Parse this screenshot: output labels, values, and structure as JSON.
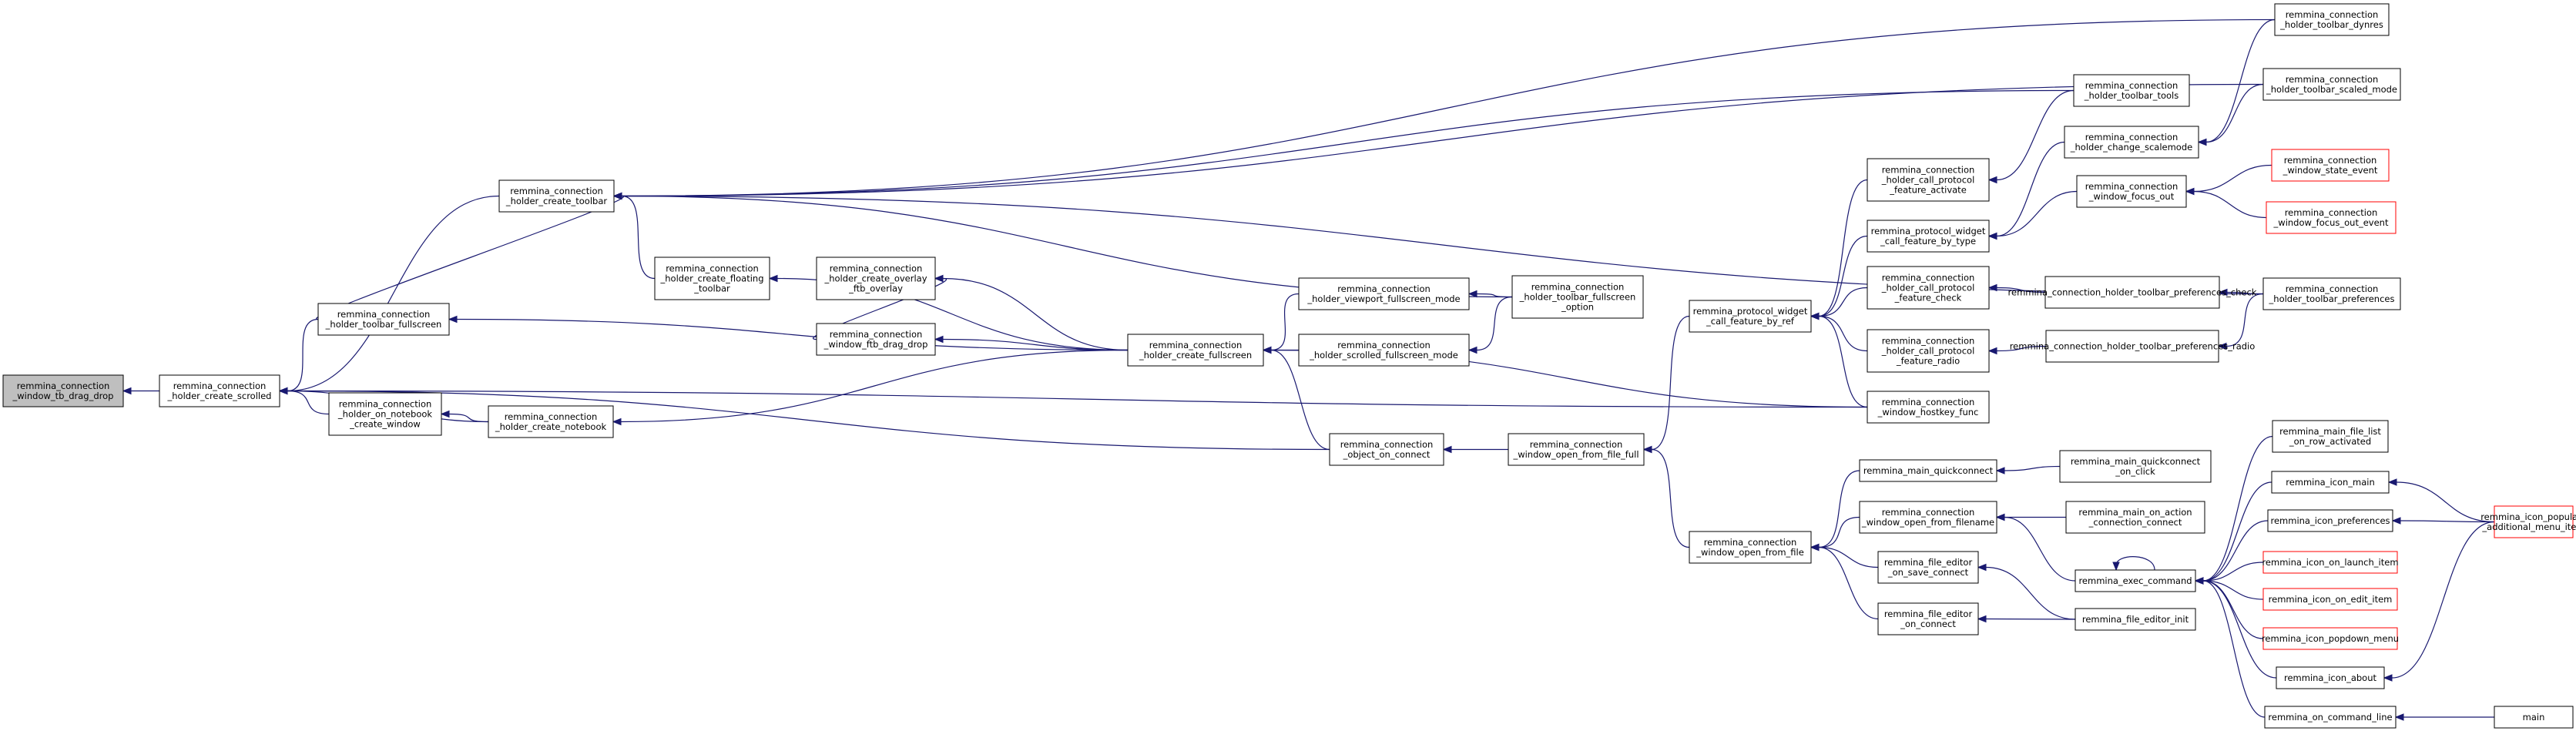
{
  "graph": {
    "colors": {
      "edge": "#191970",
      "border": "#000000",
      "truncated_border": "#ff0000",
      "focus_fill": "#bfbfbf",
      "background": "#ffffff"
    },
    "nodes": {
      "n_tb_drag_drop": {
        "lines": [
          "remmina_connection",
          "_window_tb_drag_drop"
        ],
        "focus": true
      },
      "n_create_scrolled": {
        "lines": [
          "remmina_connection",
          "_holder_create_scrolled"
        ]
      },
      "n_create_toolbar": {
        "lines": [
          "remmina_connection",
          "_holder_create_toolbar"
        ]
      },
      "n_toolbar_fullscreen": {
        "lines": [
          "remmina_connection",
          "_holder_toolbar_fullscreen"
        ]
      },
      "n_on_notebook": {
        "lines": [
          "remmina_connection",
          "_holder_on_notebook",
          "_create_window"
        ]
      },
      "n_create_notebook": {
        "lines": [
          "remmina_connection",
          "_holder_create_notebook"
        ]
      },
      "n_floating_toolbar": {
        "lines": [
          "remmina_connection",
          "_holder_create_floating",
          "_toolbar"
        ]
      },
      "n_overlay_ftb": {
        "lines": [
          "remmina_connection",
          "_holder_create_overlay",
          "_ftb_overlay"
        ]
      },
      "n_ftb_drag_drop": {
        "lines": [
          "remmina_connection",
          "_window_ftb_drag_drop"
        ]
      },
      "n_create_fullscreen": {
        "lines": [
          "remmina_connection",
          "_holder_create_fullscreen"
        ]
      },
      "n_viewport_fs": {
        "lines": [
          "remmina_connection",
          "_holder_viewport_fullscreen_mode"
        ]
      },
      "n_scrolled_fs": {
        "lines": [
          "remmina_connection",
          "_holder_scrolled_fullscreen_mode"
        ]
      },
      "n_fs_option": {
        "lines": [
          "remmina_connection",
          "_holder_toolbar_fullscreen",
          "_option"
        ]
      },
      "n_object_on_connect": {
        "lines": [
          "remmina_connection",
          "_object_on_connect"
        ]
      },
      "n_open_from_file_full": {
        "lines": [
          "remmina_connection",
          "_window_open_from_file_full"
        ]
      },
      "n_open_from_file": {
        "lines": [
          "remmina_connection",
          "_window_open_from_file"
        ]
      },
      "n_feature_by_ref": {
        "lines": [
          "remmina_protocol_widget",
          "_call_feature_by_ref"
        ]
      },
      "n_call_activate": {
        "lines": [
          "remmina_connection",
          "_holder_call_protocol",
          "_feature_activate"
        ]
      },
      "n_feature_by_type": {
        "lines": [
          "remmina_protocol_widget",
          "_call_feature_by_type"
        ]
      },
      "n_call_check": {
        "lines": [
          "remmina_connection",
          "_holder_call_protocol",
          "_feature_check"
        ]
      },
      "n_call_radio": {
        "lines": [
          "remmina_connection",
          "_holder_call_protocol",
          "_feature_radio"
        ]
      },
      "n_hostkey": {
        "lines": [
          "remmina_connection",
          "_window_hostkey_func"
        ]
      },
      "n_toolbar_tools": {
        "lines": [
          "remmina_connection",
          "_holder_toolbar_tools"
        ]
      },
      "n_change_scalemode": {
        "lines": [
          "remmina_connection",
          "_holder_change_scalemode"
        ]
      },
      "n_focus_out": {
        "lines": [
          "remmina_connection",
          "_window_focus_out"
        ]
      },
      "n_pref_check": {
        "lines": [
          "remmina_connection_holder_toolbar_preferences_check"
        ]
      },
      "n_pref_radio": {
        "lines": [
          "remmina_connection_holder_toolbar_preferences_radio"
        ]
      },
      "n_toolbar_dynres": {
        "lines": [
          "remmina_connection",
          "_holder_toolbar_dynres"
        ]
      },
      "n_toolbar_scaled": {
        "lines": [
          "remmina_connection",
          "_holder_toolbar_scaled_mode"
        ]
      },
      "n_state_event": {
        "lines": [
          "remmina_connection",
          "_window_state_event"
        ],
        "truncated": true
      },
      "n_focus_out_event": {
        "lines": [
          "remmina_connection",
          "_window_focus_out_event"
        ],
        "truncated": true
      },
      "n_toolbar_prefs": {
        "lines": [
          "remmina_connection",
          "_holder_toolbar_preferences"
        ]
      },
      "n_main_quickconnect": {
        "lines": [
          "remmina_main_quickconnect"
        ]
      },
      "n_open_from_filename": {
        "lines": [
          "remmina_connection",
          "_window_open_from_filename"
        ]
      },
      "n_fe_save_connect": {
        "lines": [
          "remmina_file_editor",
          "_on_save_connect"
        ]
      },
      "n_fe_connect": {
        "lines": [
          "remmina_file_editor",
          "_on_connect"
        ]
      },
      "n_qc_on_click": {
        "lines": [
          "remmina_main_quickconnect",
          "_on_click"
        ]
      },
      "n_action_connect": {
        "lines": [
          "remmina_main_on_action",
          "_connection_connect"
        ]
      },
      "n_exec_command": {
        "lines": [
          "remmina_exec_command"
        ]
      },
      "n_file_editor_init": {
        "lines": [
          "remmina_file_editor_init"
        ]
      },
      "n_file_list_row": {
        "lines": [
          "remmina_main_file_list",
          "_on_row_activated"
        ]
      },
      "n_icon_main": {
        "lines": [
          "remmina_icon_main"
        ]
      },
      "n_icon_prefs": {
        "lines": [
          "remmina_icon_preferences"
        ]
      },
      "n_icon_launch": {
        "lines": [
          "remmina_icon_on_launch_item"
        ],
        "truncated": true
      },
      "n_icon_edit": {
        "lines": [
          "remmina_icon_on_edit_item"
        ],
        "truncated": true
      },
      "n_icon_popdown": {
        "lines": [
          "remmina_icon_popdown_menu"
        ],
        "truncated": true
      },
      "n_icon_about": {
        "lines": [
          "remmina_icon_about"
        ]
      },
      "n_on_command_line": {
        "lines": [
          "remmina_on_command_line"
        ]
      },
      "n_icon_populate": {
        "lines": [
          "remmina_icon_populate",
          "_additional_menu_item"
        ],
        "truncated": true
      },
      "n_main": {
        "lines": [
          "main"
        ]
      }
    }
  }
}
